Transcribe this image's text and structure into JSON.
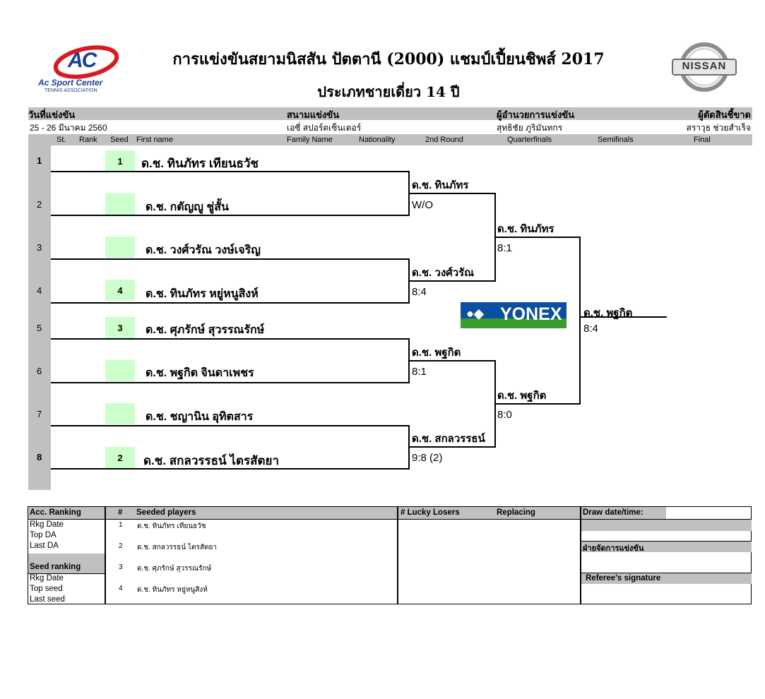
{
  "header": {
    "title": "การแข่งขันสยามนิสสัน ปัตตานี (2000) แชมป์เปี้ยนชิพส์  2017",
    "subtitle": "ประเภทชายเดี่ยว  14  ปี",
    "left_logo": {
      "mark": "AC",
      "name": "Ac Sport Center",
      "sub": "TENNIS ASSOCIATION",
      "colors": {
        "red": "#d71a21",
        "blue": "#1d3f8f"
      }
    },
    "right_logo": {
      "name": "NISSAN"
    }
  },
  "info": {
    "date_label": "วันที่แข่งขัน",
    "date_value": "25 - 26  มีนาคม 2560",
    "venue_label": "สนามแข่งขัน",
    "venue_value": "เอซี่  สปอร์ตเซ็นเตอร์",
    "director_label": "ผู้อำนวยการแข่งขัน",
    "director_value": "สุทธิชัย  ภูริมันทกร",
    "referee_label": "ผู้ตัดสินชี้ขาด",
    "referee_value": "สราวุธ  ช่วยสำเร็จ"
  },
  "columns": {
    "st": "St.",
    "rank": "Rank",
    "seed": "Seed",
    "first_name": "First name",
    "family_name": "Family Name",
    "nationality": "Nationality",
    "r2": "2nd Round",
    "qf": "Quarterfinals",
    "sf": "Semifinals",
    "final": "Final"
  },
  "players": [
    {
      "num": "1",
      "seed": "1",
      "name": "ด.ช. ทินภัทร  เทียนธวัช"
    },
    {
      "num": "2",
      "seed": "",
      "name": "ด.ช. กตัญญู  ชู่สั้น"
    },
    {
      "num": "3",
      "seed": "",
      "name": "ด.ช. วงศ์วรัณ  วงษ์เจริญ"
    },
    {
      "num": "4",
      "seed": "4",
      "name": "ด.ช. ทินภัทร  หยู่หนูสิงห์"
    },
    {
      "num": "5",
      "seed": "3",
      "name": "ด.ช.  ศุภรักษ์  สุวรรณรักษ์"
    },
    {
      "num": "6",
      "seed": "",
      "name": "ด.ช. พฐกิต  จินดาเพชร"
    },
    {
      "num": "7",
      "seed": "",
      "name": "ด.ช. ชญานิน  อุทิตสาร"
    },
    {
      "num": "8",
      "seed": "2",
      "name": "ด.ช. สกลวรรธน์  ไตรสัตยา"
    }
  ],
  "round2": [
    {
      "name": "ด.ช. ทินภัทร",
      "score": "W/O"
    },
    {
      "name": "ด.ช. วงศ์วรัณ",
      "score": "8:4"
    },
    {
      "name": "ด.ช. พฐกิต",
      "score": "8:1"
    },
    {
      "name": "ด.ช. สกลวรรธน์",
      "score": "9:8 (2)"
    }
  ],
  "quarterfinals": [
    {
      "name": "ด.ช. ทินภัทร",
      "score": "8:1"
    },
    {
      "name": "ด.ช. พฐกิต",
      "score": "8:0"
    }
  ],
  "semifinals": [
    {
      "name": "ด.ช. พฐกิต",
      "score": "8:4"
    }
  ],
  "sponsor": {
    "name": "YONEX",
    "mark": "●◆"
  },
  "footer": {
    "acc_ranking": "Acc. Ranking",
    "hash": "#",
    "seeded_players": "Seeded players",
    "lucky_losers": "# Lucky Losers",
    "replacing": "Replacing",
    "draw_date": "Draw date/time:",
    "rkg_date": "Rkg Date",
    "top_da": "Top DA",
    "last_da": "Last DA",
    "seed_ranking": "Seed ranking",
    "rkg_date2": "Rkg Date",
    "top_seed": "Top seed",
    "last_seed": "Last seed",
    "organizer": "ฝ่ายจัดการแข่งขัน",
    "referee_sig": "Referee's signature",
    "seeds": [
      {
        "n": "1",
        "name": "ด.ช. ทินภัทร  เทียนธวัช"
      },
      {
        "n": "2",
        "name": "ด.ช. สกลวรรธน์  ไตรสัตยา"
      },
      {
        "n": "3",
        "name": "ด.ช.  ศุภรักษ์  สุวรรณรักษ์"
      },
      {
        "n": "4",
        "name": "ด.ช. ทินภัทร  หยู่หนูสิงห์"
      }
    ]
  }
}
